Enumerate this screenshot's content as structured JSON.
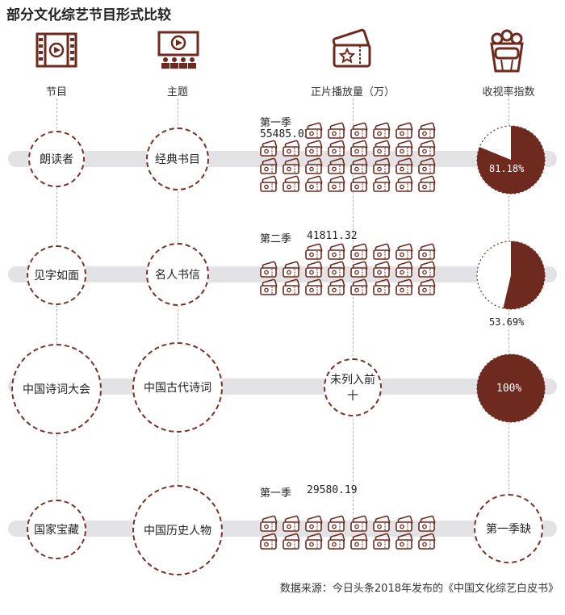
{
  "title": "部分文化综艺节目形式比较",
  "headers": {
    "program": "节目",
    "theme": "主题",
    "views": "正片播放量（万）",
    "rating": "收视率指数"
  },
  "icons": {
    "program": "film-reel-icon",
    "theme": "cinema-audience-icon",
    "views": "ticket-icon",
    "rating": "popcorn-icon"
  },
  "colors": {
    "accent": "#6e2a1e",
    "band": "#e3e3e5"
  },
  "rows": [
    {
      "program": "朗读者",
      "theme": "经典书目",
      "season": "第一季",
      "views_text": "55485.02",
      "views": 55485.02,
      "ticket_count": 30,
      "rating_text": "81.18%",
      "rating": 81.18
    },
    {
      "program": "见字如面",
      "theme": "名人书信",
      "season": "第二季",
      "views_text": "41811.32",
      "views": 41811.32,
      "ticket_count": 22,
      "rating_text": "53.69%",
      "rating": 53.69
    },
    {
      "program": "中国诗词大会",
      "theme": "中国古代诗词",
      "views_text": "未列入前十",
      "rating_text": "100%",
      "rating": 100
    },
    {
      "program": "国家宝藏",
      "theme": "中国历史人物",
      "season": "第一季",
      "views_text": "29580.19",
      "views": 29580.19,
      "ticket_count": 16,
      "rating_text": "第一季缺"
    }
  ],
  "source": "数据来源：今日头条2018年发布的《中国文化综艺白皮书》"
}
